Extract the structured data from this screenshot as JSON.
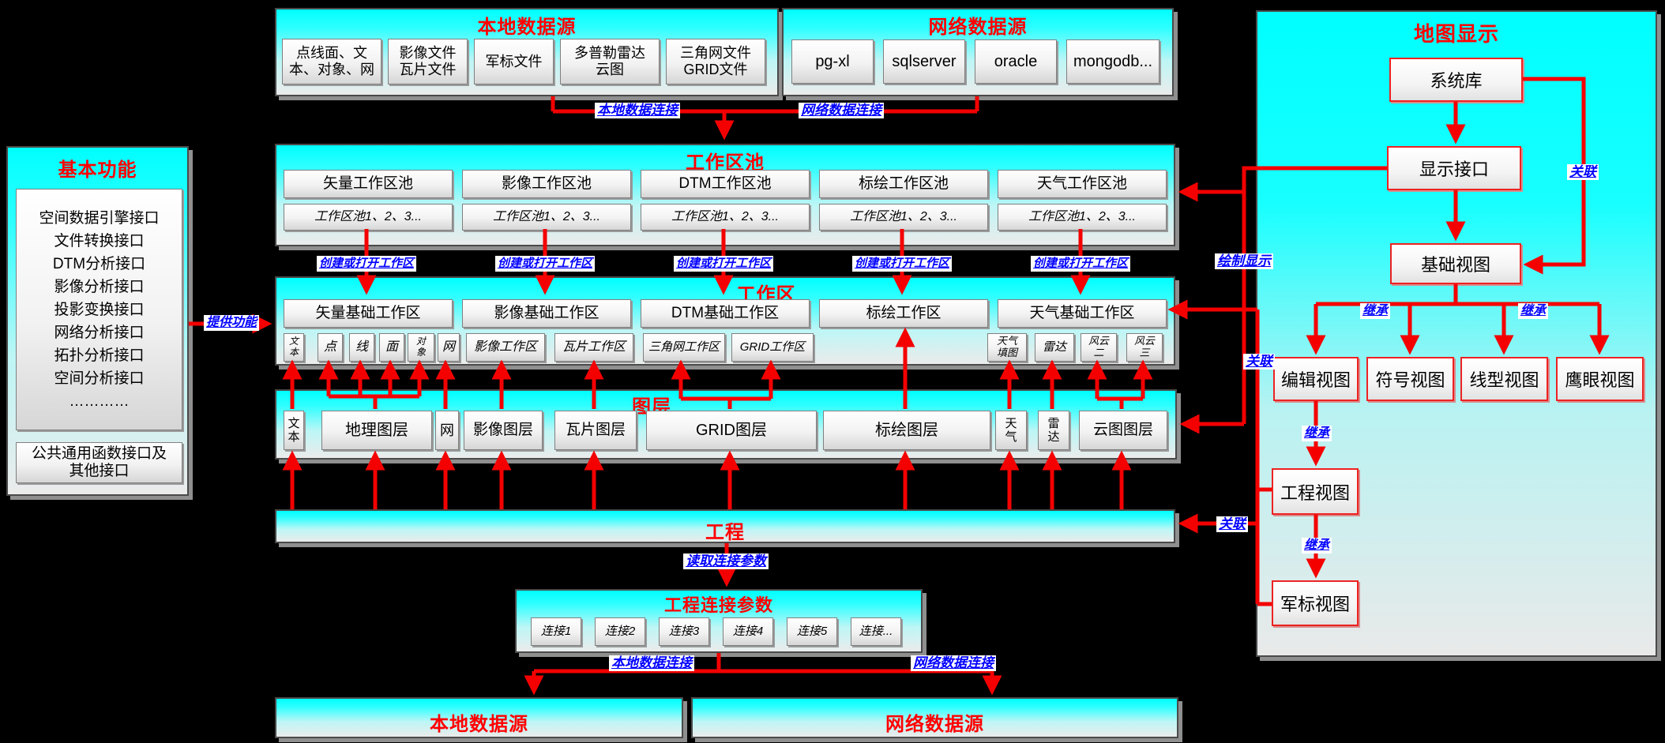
{
  "colors": {
    "accent_red": "#ff0000",
    "label_blue": "#0000ff",
    "cyan": "#00ffff"
  },
  "labels": {
    "local_conn_top": "本地数据连接",
    "net_conn_top": "网络数据连接",
    "create_open": "创建或打开工作区",
    "provide": "提供功能",
    "draw_display": "绘制显示",
    "assoc_top": "关联",
    "assoc_mid": "关联",
    "assoc_bottom": "关联",
    "inherit_left": "继承",
    "inherit_right": "继承",
    "inherit_edit": "继承",
    "inherit_project": "继承",
    "read_params": "读取连接参数",
    "local_conn_bottom": "本地数据连接",
    "net_conn_bottom": "网络数据连接"
  },
  "basic": {
    "title": "基本功能",
    "interfaces": [
      "空间数据引擎接口",
      "文件转换接口",
      "DTM分析接口",
      "影像分析接口",
      "投影变换接口",
      "网络分析接口",
      "拓扑分析接口",
      "空间分析接口",
      "…………"
    ],
    "common": {
      "l1": "公共通用函数接口及",
      "l2": "其他接口"
    }
  },
  "local_source": {
    "title": "本地数据源",
    "items": [
      {
        "l1": "点线面、文",
        "l2": "本、对象、网"
      },
      {
        "l1": "影像文件",
        "l2": "瓦片文件"
      },
      {
        "l1": "军标文件"
      },
      {
        "l1": "多普勒雷达",
        "l2": "云图"
      },
      {
        "l1": "三角网文件",
        "l2": "GRID文件"
      }
    ]
  },
  "net_source": {
    "title": "网络数据源",
    "items": [
      {
        "l1": "pg-xl"
      },
      {
        "l1": "sqlserver"
      },
      {
        "l1": "oracle"
      },
      {
        "l1": "mongodb..."
      }
    ]
  },
  "pool": {
    "title": "工作区池",
    "columns": [
      {
        "name": "矢量工作区池",
        "sub": "工作区池1、2、3..."
      },
      {
        "name": "影像工作区池",
        "sub": "工作区池1、2、3..."
      },
      {
        "name": "DTM工作区池",
        "sub": "工作区池1、2、3..."
      },
      {
        "name": "标绘工作区池",
        "sub": "工作区池1、2、3..."
      },
      {
        "name": "天气工作区池",
        "sub": "工作区池1、2、3..."
      }
    ]
  },
  "workspace": {
    "title": "工作区",
    "bases": [
      "矢量基础工作区",
      "影像基础工作区",
      "DTM基础工作区",
      "标绘工作区",
      "天气基础工作区"
    ],
    "items": [
      {
        "l1": "文",
        "l2": "本"
      },
      {
        "l1": "点"
      },
      {
        "l1": "线"
      },
      {
        "l1": "面"
      },
      {
        "l1": "对",
        "l2": "象"
      },
      {
        "l1": "网"
      },
      {
        "l1": "影像工作区"
      },
      {
        "l1": "瓦片工作区"
      },
      {
        "l1": "三角网工作区"
      },
      {
        "l1": "GRID工作区"
      },
      {
        "l1": "天气",
        "l2": "填图"
      },
      {
        "l1": "雷达"
      },
      {
        "l1": "风云",
        "l2": "二"
      },
      {
        "l1": "风云",
        "l2": "三"
      }
    ]
  },
  "layers": {
    "title": "图层",
    "items": [
      {
        "l1": "文",
        "l2": "本"
      },
      {
        "l1": "地理图层"
      },
      {
        "l1": "网"
      },
      {
        "l1": "影像图层"
      },
      {
        "l1": "瓦片图层"
      },
      {
        "l1": "GRID图层"
      },
      {
        "l1": "标绘图层"
      },
      {
        "l1": "天",
        "l2": "气"
      },
      {
        "l1": "雷",
        "l2": "达"
      },
      {
        "l1": "云图图层"
      }
    ]
  },
  "project": {
    "title": "工程"
  },
  "conn_params": {
    "title": "工程连接参数",
    "items": [
      "连接1",
      "连接2",
      "连接3",
      "连接4",
      "连接5",
      "连接..."
    ]
  },
  "bottom": {
    "local": "本地数据源",
    "net": "网络数据源"
  },
  "map_display": {
    "title": "地图显示",
    "nodes": {
      "system_lib": "系统库",
      "display_if": "显示接口",
      "base_view": "基础视图",
      "edit_view": "编辑视图",
      "symbol_view": "符号视图",
      "line_view": "线型视图",
      "eagle_view": "鹰眼视图",
      "project_view": "工程视图",
      "military_view": "军标视图"
    }
  }
}
